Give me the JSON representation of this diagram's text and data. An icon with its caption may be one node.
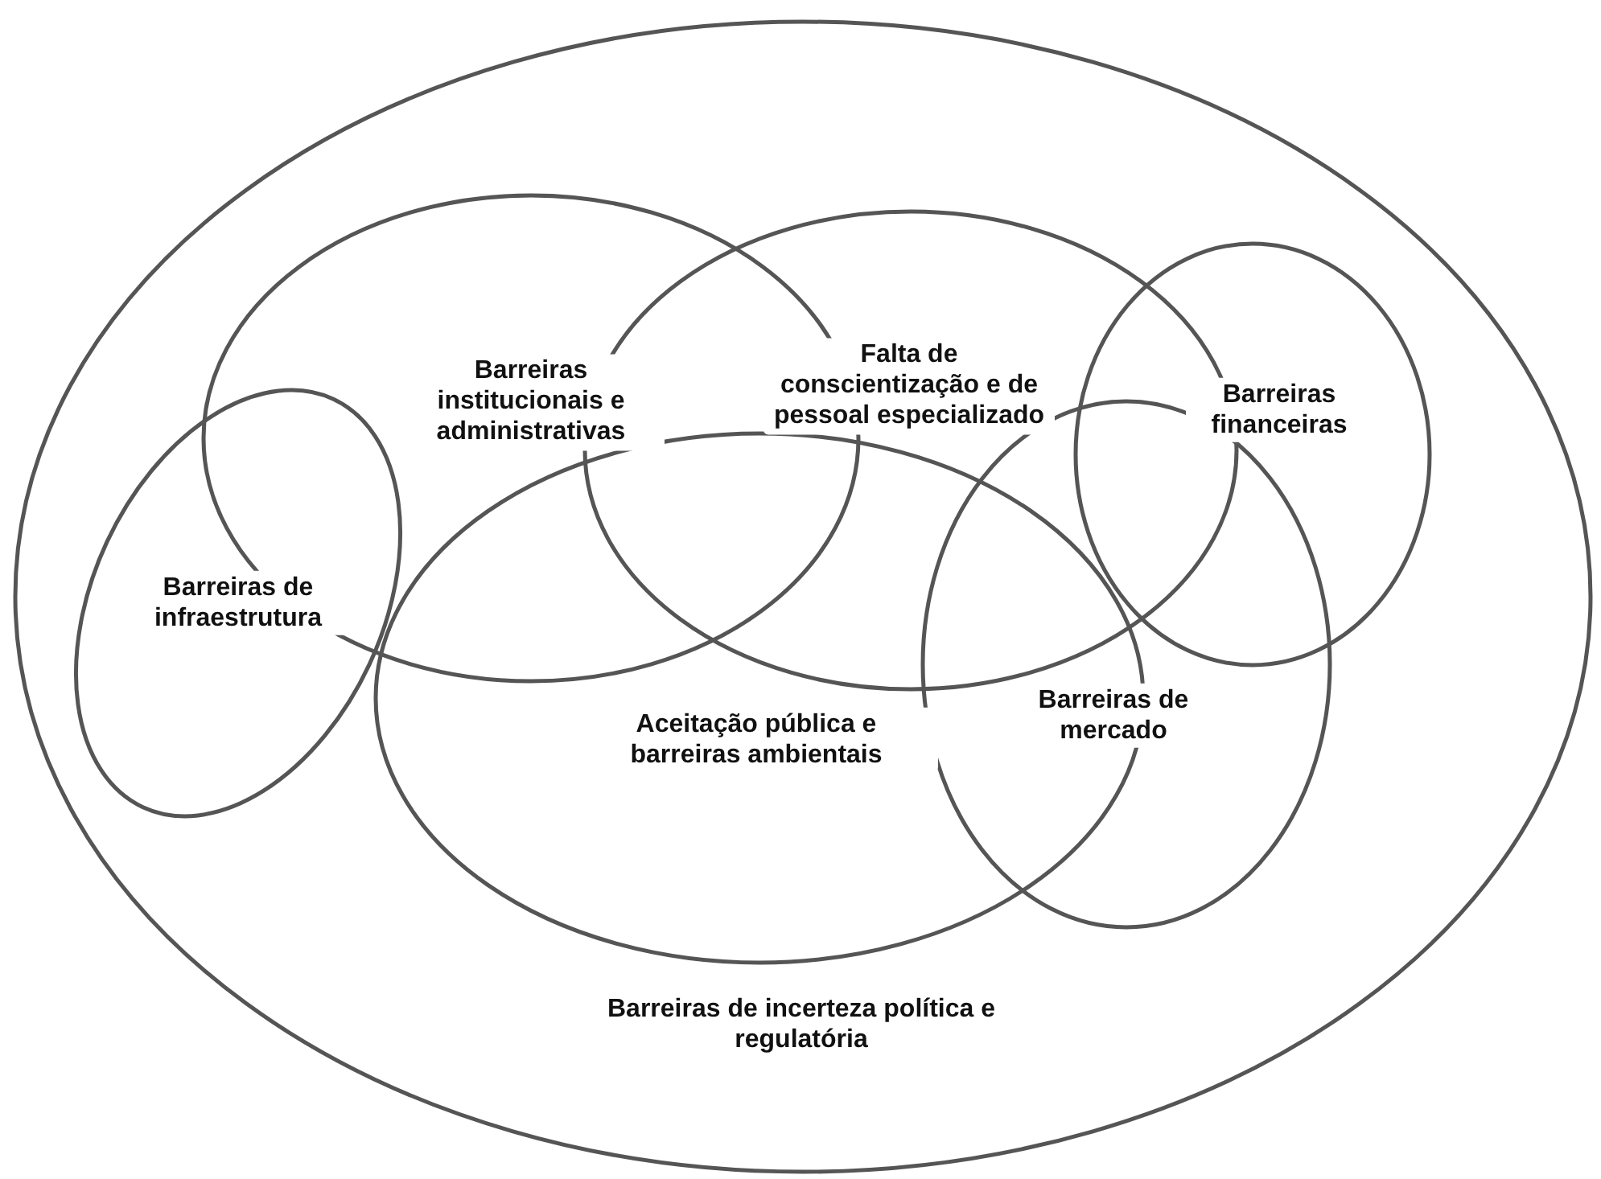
{
  "diagram": {
    "nodes": [
      {
        "text": [
          "Barreiras de incerteza política e regulatória"
        ]
      },
      {
        "text": [
          "Barreiras institucionais e administrativas"
        ],
        "in": 0
      },
      {
        "text": [
          "Falta de conscientização e de pessoal especializado"
        ],
        "in": 0
      },
      {
        "text": [
          "Barreiras financeiras"
        ],
        "in": 0
      },
      {
        "text": [
          "Barreiras de infraestrutura"
        ],
        "in": 0
      },
      {
        "text": [
          "Aceitação pública e barreiras ambientais"
        ],
        "in": 0
      },
      {
        "text": [
          "Barreiras de mercado"
        ],
        "in": 0
      }
    ],
    "edges": []
  }
}
